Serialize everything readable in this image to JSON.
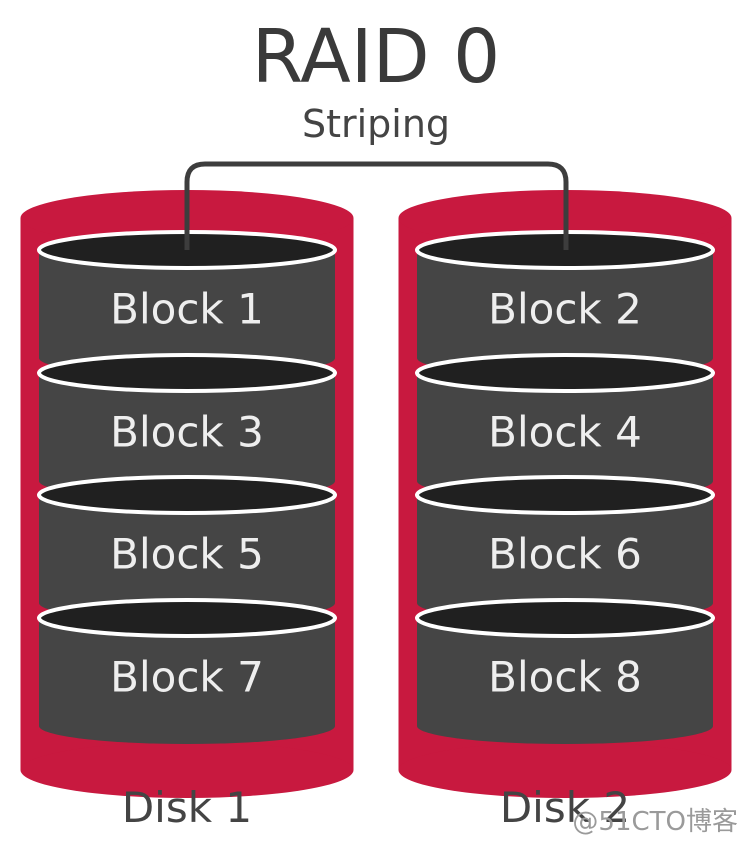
{
  "title": "RAID 0",
  "subtitle": "Striping",
  "disks": [
    {
      "label": "Disk 1",
      "blocks": [
        "Block 1",
        "Block 3",
        "Block 5",
        "Block 7"
      ]
    },
    {
      "label": "Disk 2",
      "blocks": [
        "Block 2",
        "Block 4",
        "Block 6",
        "Block 8"
      ]
    }
  ],
  "watermark": "@51CTO博客",
  "colors": {
    "disk": "#c8193f",
    "block": "#454545",
    "block_top": "#202020",
    "rim": "#ffffff",
    "connector": "#3d3d3d"
  }
}
